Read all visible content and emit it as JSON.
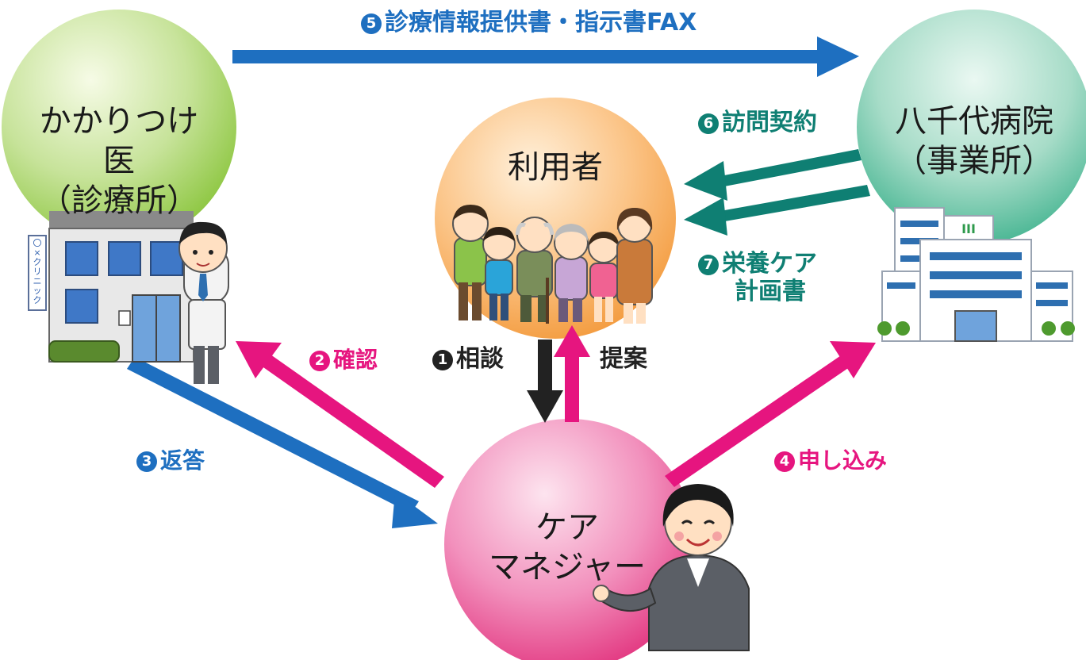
{
  "colors": {
    "blue": "#1e6fc0",
    "teal": "#0f7f73",
    "pink": "#e6157f",
    "black": "#222222"
  },
  "nodes": {
    "doctor": {
      "line1": "かかりつけ医",
      "line2": "（診療所）"
    },
    "user": {
      "line1": "利用者"
    },
    "hospital": {
      "line1": "八千代病院",
      "line2": "（事業所）"
    },
    "caremanager": {
      "line1": "ケア",
      "line2": "マネジャー"
    }
  },
  "arrows": {
    "a1": {
      "num": "❶",
      "text": "相談"
    },
    "a1b": {
      "text": "提案"
    },
    "a2": {
      "num": "❷",
      "text": "確認"
    },
    "a3": {
      "num": "❸",
      "text": "返答"
    },
    "a4": {
      "num": "❹",
      "text": "申し込み"
    },
    "a5": {
      "num": "❺",
      "text": "診療情報提供書・指示書FAX"
    },
    "a6": {
      "num": "❻",
      "text": "訪問契約"
    },
    "a7": {
      "num": "❼",
      "text": "栄養ケア",
      "text2": "計画書"
    }
  },
  "clinic_sign": "〇×クリニック",
  "icons": [
    "clinic-building-icon",
    "doctor-icon",
    "family-icon",
    "hospital-building-icon",
    "care-manager-icon"
  ]
}
